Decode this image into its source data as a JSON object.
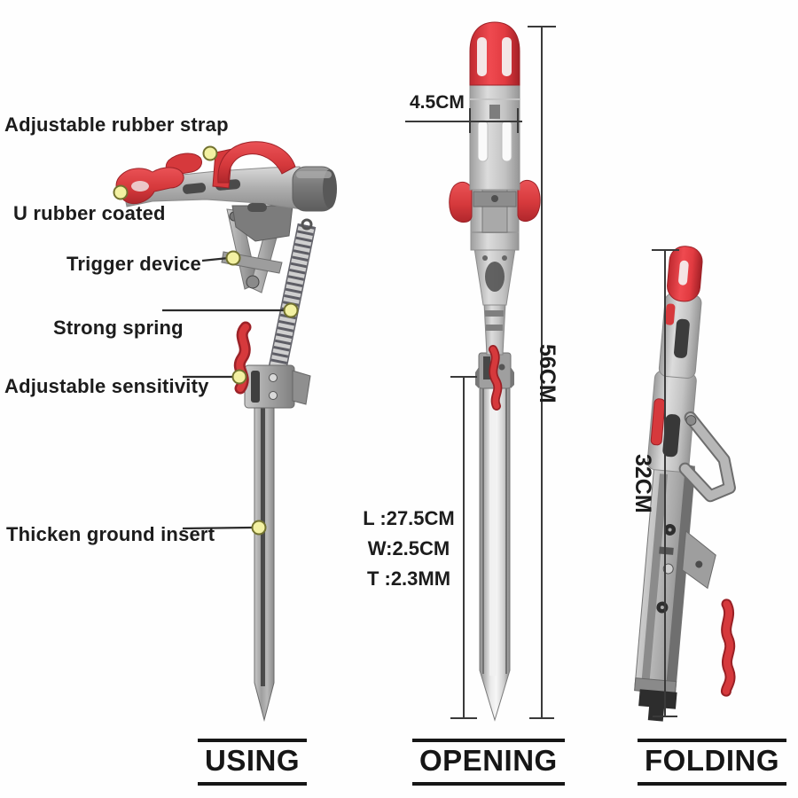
{
  "parts": [
    {
      "label": "Adjustable rubber strap"
    },
    {
      "label": "U rubber coated"
    },
    {
      "label": "Trigger device"
    },
    {
      "label": "Strong spring"
    },
    {
      "label": "Adjustable sensitivity"
    },
    {
      "label": "Thicken ground insert"
    }
  ],
  "dimensions": {
    "tube_diameter": "4.5CM",
    "open_total_length": "56CM",
    "folded_length": "32CM",
    "spike_length": "L :27.5CM",
    "spike_width": "W:2.5CM",
    "spike_thickness": "T :2.3MM"
  },
  "views": [
    {
      "caption": "USING"
    },
    {
      "caption": "OPENING"
    },
    {
      "caption": "FOLDING"
    }
  ],
  "colors": {
    "accent_red": "#d6393c",
    "dark_red": "#9c2228",
    "metal_grey": "#a9a9a9",
    "dark_metal": "#6e6e6e",
    "callout_dot_fill": "#f3f1a2",
    "callout_dot_ring": "#72722f",
    "line_black": "#2b2b2b",
    "text": "#1c1c1c"
  }
}
